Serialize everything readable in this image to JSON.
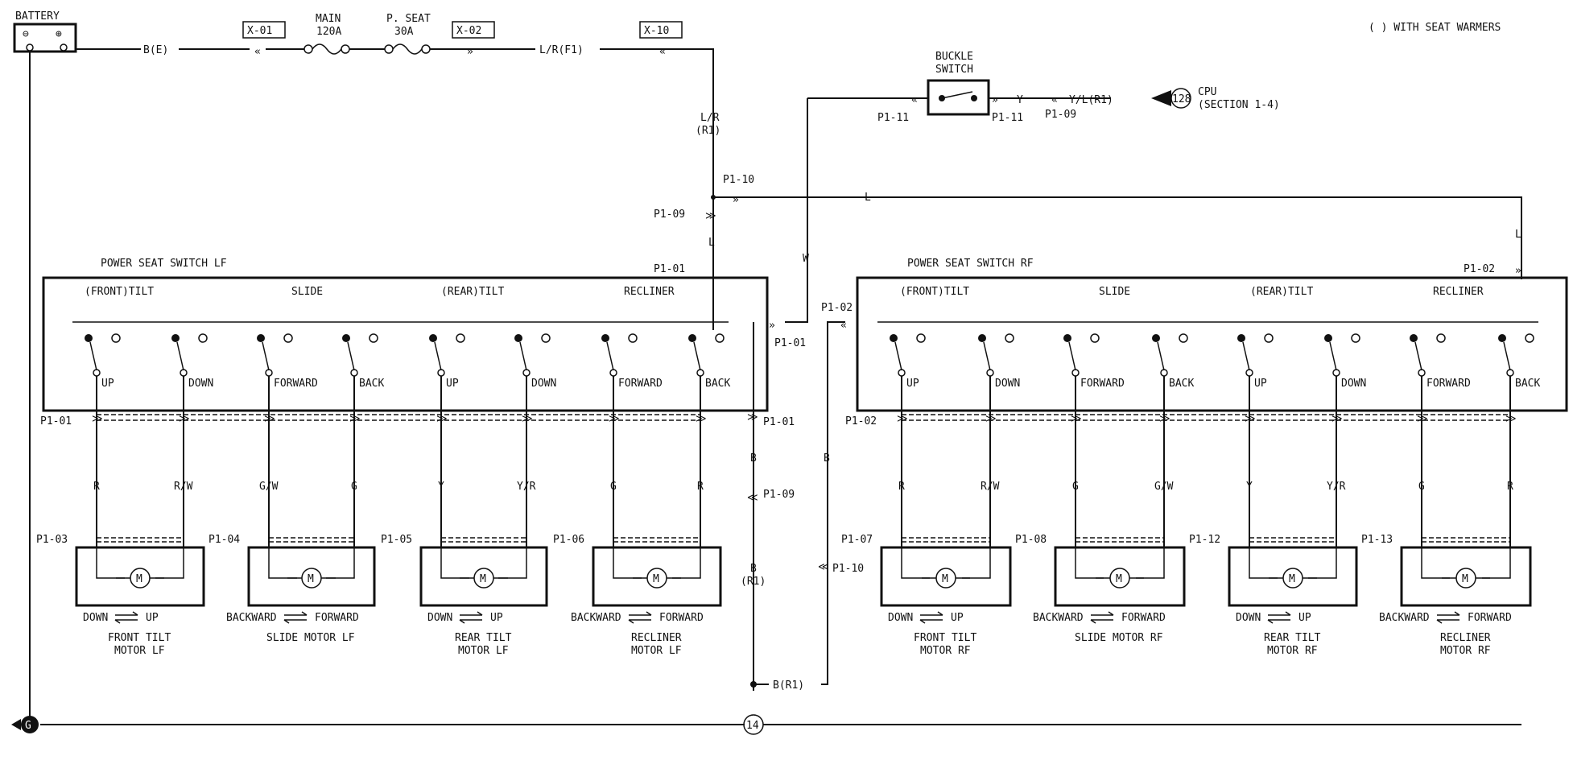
{
  "legend_note": "( ) WITH SEAT WARMERS",
  "battery": {
    "label": "BATTERY",
    "minus": "⊖",
    "plus": "⊕"
  },
  "top_wire": {
    "b_e": "B(E)",
    "x01": "X-01",
    "main": "MAIN",
    "main_amp": "120A",
    "pseat": "P. SEAT",
    "pseat_amp": "30A",
    "x02": "X-02",
    "lr_f1": "L/R(F1)",
    "x10": "X-10",
    "lr": "L/R",
    "r1": "(R1)"
  },
  "buckle": {
    "title1": "BUCKLE",
    "title2": "SWITCH",
    "p111a": "P1-11",
    "p111b": "P1-11",
    "y": "Y",
    "ylr1": "Y/L(R1)",
    "p109": "P1-09",
    "cpu_num": "128",
    "cpu": "CPU",
    "section": "(SECTION 1-4)"
  },
  "mid": {
    "p110": "P1-10",
    "p109": "P1-09",
    "l1": "L",
    "l2": "L",
    "l3": "L",
    "w": "W",
    "p101_top": "P1-01",
    "p102_top": "P1-02"
  },
  "lf": {
    "title": "POWER SEAT SWITCH LF",
    "groups": [
      "(FRONT)TILT",
      "SLIDE",
      "(REAR)TILT",
      "RECLINER"
    ],
    "pos": [
      "UP",
      "DOWN",
      "FORWARD",
      "BACK",
      "UP",
      "DOWN",
      "FORWARD",
      "BACK"
    ],
    "wires": [
      "R",
      "R/W",
      "G/W",
      "G",
      "Y",
      "Y/R",
      "G",
      "R"
    ],
    "conn_top": "P1-01",
    "conns": [
      "P1-03",
      "P1-04",
      "P1-05",
      "P1-06"
    ],
    "dirs": [
      [
        "DOWN",
        "UP"
      ],
      [
        "BACKWARD",
        "FORWARD"
      ],
      [
        "DOWN",
        "UP"
      ],
      [
        "BACKWARD",
        "FORWARD"
      ]
    ],
    "motors": [
      [
        "FRONT TILT",
        "MOTOR LF"
      ],
      [
        "SLIDE MOTOR LF",
        ""
      ],
      [
        "REAR TILT",
        "MOTOR LF"
      ],
      [
        "RECLINER",
        "MOTOR LF"
      ]
    ],
    "side_p101": "P1-01"
  },
  "rf": {
    "title": "POWER SEAT SWITCH RF",
    "groups": [
      "(FRONT)TILT",
      "SLIDE",
      "(REAR)TILT",
      "RECLINER"
    ],
    "pos": [
      "UP",
      "DOWN",
      "FORWARD",
      "BACK",
      "UP",
      "DOWN",
      "FORWARD",
      "BACK"
    ],
    "wires": [
      "R",
      "R/W",
      "G",
      "G/W",
      "Y",
      "Y/R",
      "G",
      "R"
    ],
    "conn_top": "P1-02",
    "conns": [
      "P1-07",
      "P1-08",
      "P1-12",
      "P1-13"
    ],
    "dirs": [
      [
        "DOWN",
        "UP"
      ],
      [
        "BACKWARD",
        "FORWARD"
      ],
      [
        "DOWN",
        "UP"
      ],
      [
        "BACKWARD",
        "FORWARD"
      ]
    ],
    "motors": [
      [
        "FRONT TILT",
        "MOTOR RF"
      ],
      [
        "SLIDE MOTOR RF",
        ""
      ],
      [
        "REAR TILT",
        "MOTOR RF"
      ],
      [
        "RECLINER",
        "MOTOR RF"
      ]
    ],
    "side_p102": "P1-02"
  },
  "ground": {
    "b1": "B",
    "p101": "P1-01",
    "p109": "P1-09",
    "b2": "B",
    "r1": "(R1)",
    "b3": "B",
    "p110": "P1-10",
    "br1": "B(R1)",
    "g": "G",
    "num": "14",
    "motor": "M"
  }
}
